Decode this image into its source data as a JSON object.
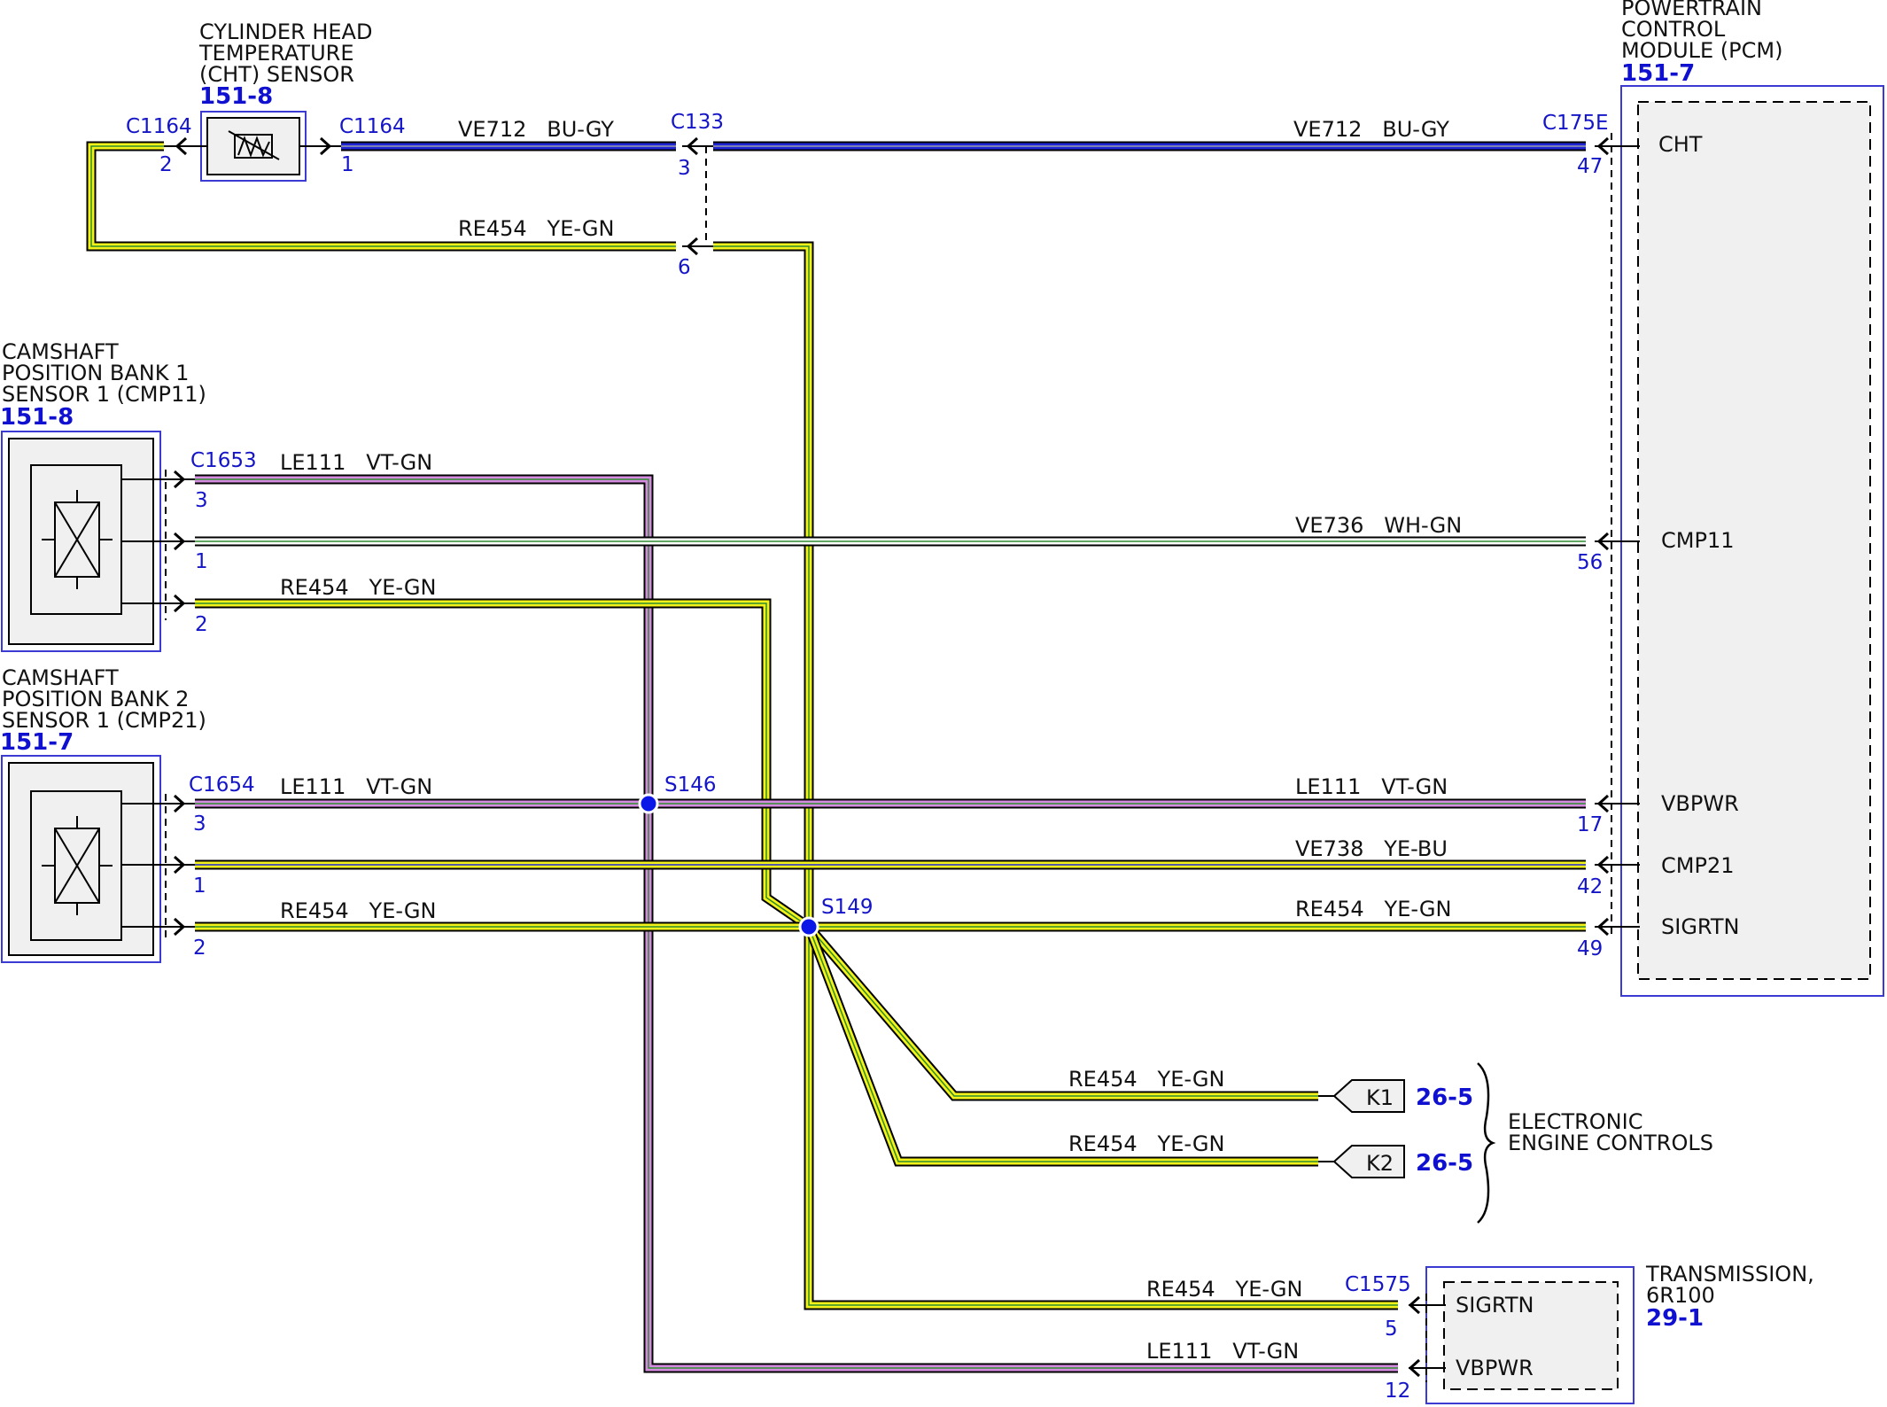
{
  "components": {
    "cht": {
      "lines": [
        "CYLINDER HEAD",
        "TEMPERATURE",
        "(CHT) SENSOR"
      ],
      "ref": "151-8"
    },
    "pcm": {
      "lines": [
        "POWERTRAIN",
        "CONTROL",
        "MODULE (PCM)"
      ],
      "ref": "151-7",
      "signals": [
        "CHT",
        "CMP11",
        "VBPWR",
        "CMP21",
        "SIGRTN"
      ]
    },
    "cmp11": {
      "lines": [
        "CAMSHAFT",
        "POSITION BANK 1",
        "SENSOR 1 (CMP11)"
      ],
      "ref": "151-8"
    },
    "cmp21": {
      "lines": [
        "CAMSHAFT",
        "POSITION BANK 2",
        "SENSOR 1 (CMP21)"
      ],
      "ref": "151-7"
    },
    "trans": {
      "lines": [
        "TRANSMISSION,",
        "6R100"
      ],
      "ref": "29-1",
      "signals": [
        "SIGRTN",
        "VBPWR"
      ]
    },
    "eec": {
      "lines": [
        "ELECTRONIC",
        "ENGINE CONTROLS"
      ],
      "k1": "K1",
      "k2": "K2",
      "ref1": "26-5",
      "ref2": "26-5"
    }
  },
  "connectors": {
    "c1164_left": "C1164",
    "c1164_right": "C1164",
    "c133": "C133",
    "c175e": "C175E",
    "c1653": "C1653",
    "c1654": "C1654",
    "c1575": "C1575"
  },
  "splices": {
    "s146": "S146",
    "s149": "S149"
  },
  "pins": {
    "cht_2": "2",
    "cht_1": "1",
    "c133_3": "3",
    "c133_6": "6",
    "pcm_47": "47",
    "cmp11_3": "3",
    "cmp11_1": "1",
    "cmp11_2": "2",
    "pcm_56": "56",
    "cmp21_3": "3",
    "cmp21_1": "1",
    "cmp21_2": "2",
    "pcm_17": "17",
    "pcm_42": "42",
    "pcm_49": "49",
    "trans_5": "5",
    "trans_12": "12"
  },
  "wire_labels": {
    "ve712_a": "VE712   BU-GY",
    "ve712_b": "VE712   BU-GY",
    "re454_top": "RE454   YE-GN",
    "le111_cmp11": "LE111   VT-GN",
    "ve736": "VE736   WH-GN",
    "re454_cmp11": "RE454   YE-GN",
    "le111_cmp21": "LE111   VT-GN",
    "le111_pcm": "LE111   VT-GN",
    "ve738": "VE738   YE-BU",
    "re454_cmp21": "RE454   YE-GN",
    "re454_pcm": "RE454   YE-GN",
    "re454_k1": "RE454   YE-GN",
    "re454_k2": "RE454   YE-GN",
    "re454_trans": "RE454   YE-GN",
    "le111_trans": "LE111   VT-GN"
  },
  "wire_colors": {
    "BU": "#1f25d6",
    "GY": "#9aa0a6",
    "YE": "#f2f21a",
    "GN": "#2e8b2e",
    "VT": "#d58ce0",
    "WH": "#ffffff",
    "splice": "#0b17e6",
    "frame": "#3b3bd4"
  }
}
